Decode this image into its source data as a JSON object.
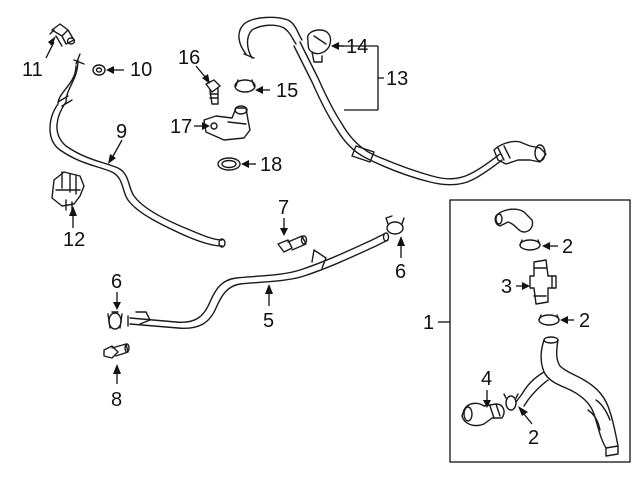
{
  "callouts": {
    "c1": "1",
    "c2a": "2",
    "c2b": "2",
    "c2c": "2",
    "c3": "3",
    "c4": "4",
    "c5": "5",
    "c6a": "6",
    "c6b": "6",
    "c7": "7",
    "c8": "8",
    "c9": "9",
    "c10": "10",
    "c11": "11",
    "c12": "12",
    "c13": "13",
    "c14": "14",
    "c15": "15",
    "c16": "16",
    "c17": "17",
    "c18": "18"
  },
  "colors": {
    "line": "#1a1a1a",
    "shade": "#bdbdbd",
    "background": "#ffffff"
  }
}
